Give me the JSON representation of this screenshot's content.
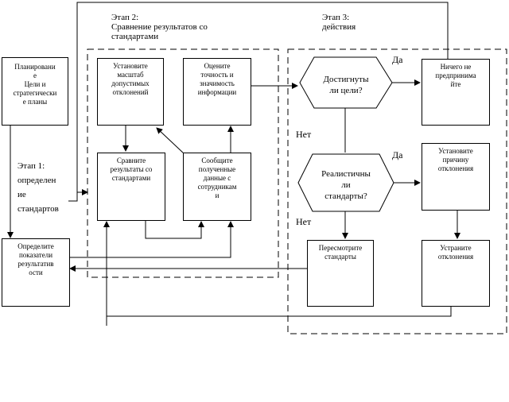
{
  "stages": {
    "stage1": "Этап 1:\nопределен\nие\nстандартов",
    "stage2": "Этап 2:\nСравнение результатов со\nстандартами",
    "stage3": "Этап 3:\nдействия"
  },
  "boxes": {
    "planning": "Планировани\nе\nЦели и\nстратегически\nе планы",
    "define_indicators": "Определите\nпоказатели\nрезультатив\nости",
    "set_scale": "Установите\nмасштаб\nдопустимых\nотклонений",
    "assess_accuracy": "Оцените\nточность и\nзначимость\nинформации",
    "compare_results": "Сравните\nрезультаты со\nстандартами",
    "communicate_data": "Сообщите\nполученные\nданные с\nсотрудникам\nи",
    "do_nothing": "Ничего не\nпредпринима\nйте",
    "find_cause": "Установите\nпричину\nотклонения",
    "revise_standards": "Пересмотрите\nстандарты",
    "eliminate_deviations": "Устраните\nотклонения"
  },
  "decisions": {
    "goals_achieved": "Достигнуты\nли цели?",
    "standards_realistic": "Реалистичны\nли\nстандарты?"
  },
  "answers": {
    "yes_1": "Да",
    "no_1": "Нет",
    "yes_2": "Да",
    "no_2": "Нет"
  }
}
